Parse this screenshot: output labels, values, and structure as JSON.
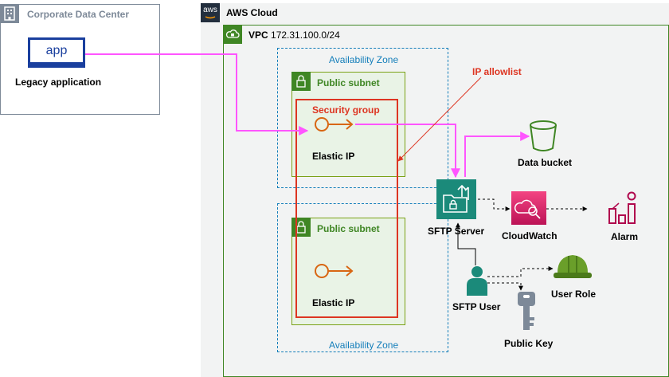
{
  "corporate": {
    "title": "Corporate Data Center",
    "app_badge": "app",
    "app_label": "Legacy application"
  },
  "aws": {
    "title": "AWS Cloud",
    "logo_text": "aws"
  },
  "vpc": {
    "label": "VPC",
    "cidr": "172.31.100.0/24"
  },
  "zones": [
    {
      "label": "Availability Zone"
    },
    {
      "label": "Availability Zone"
    }
  ],
  "subnets": [
    {
      "label": "Public subnet"
    },
    {
      "label": "Public subnet"
    }
  ],
  "security_group": {
    "label": "Security group"
  },
  "elastic_ips": [
    {
      "label": "Elastic IP"
    },
    {
      "label": "Elastic IP"
    }
  ],
  "annotation": {
    "ip_allowlist": "IP allowlist"
  },
  "services": {
    "sftp_server": "SFTP Server",
    "data_bucket": "Data bucket",
    "cloudwatch": "CloudWatch",
    "alarm": "Alarm",
    "sftp_user": "SFTP User",
    "user_role": "User Role",
    "public_key": "Public Key"
  },
  "colors": {
    "flow": "#ff55ff",
    "green": "#3f8624",
    "security": "#dd3522",
    "zone": "#147eba",
    "cloudwatch": "#e7157b",
    "sftp": "#1b8a7a",
    "corporate": "#7d8998",
    "alarm": "#b0084d"
  }
}
